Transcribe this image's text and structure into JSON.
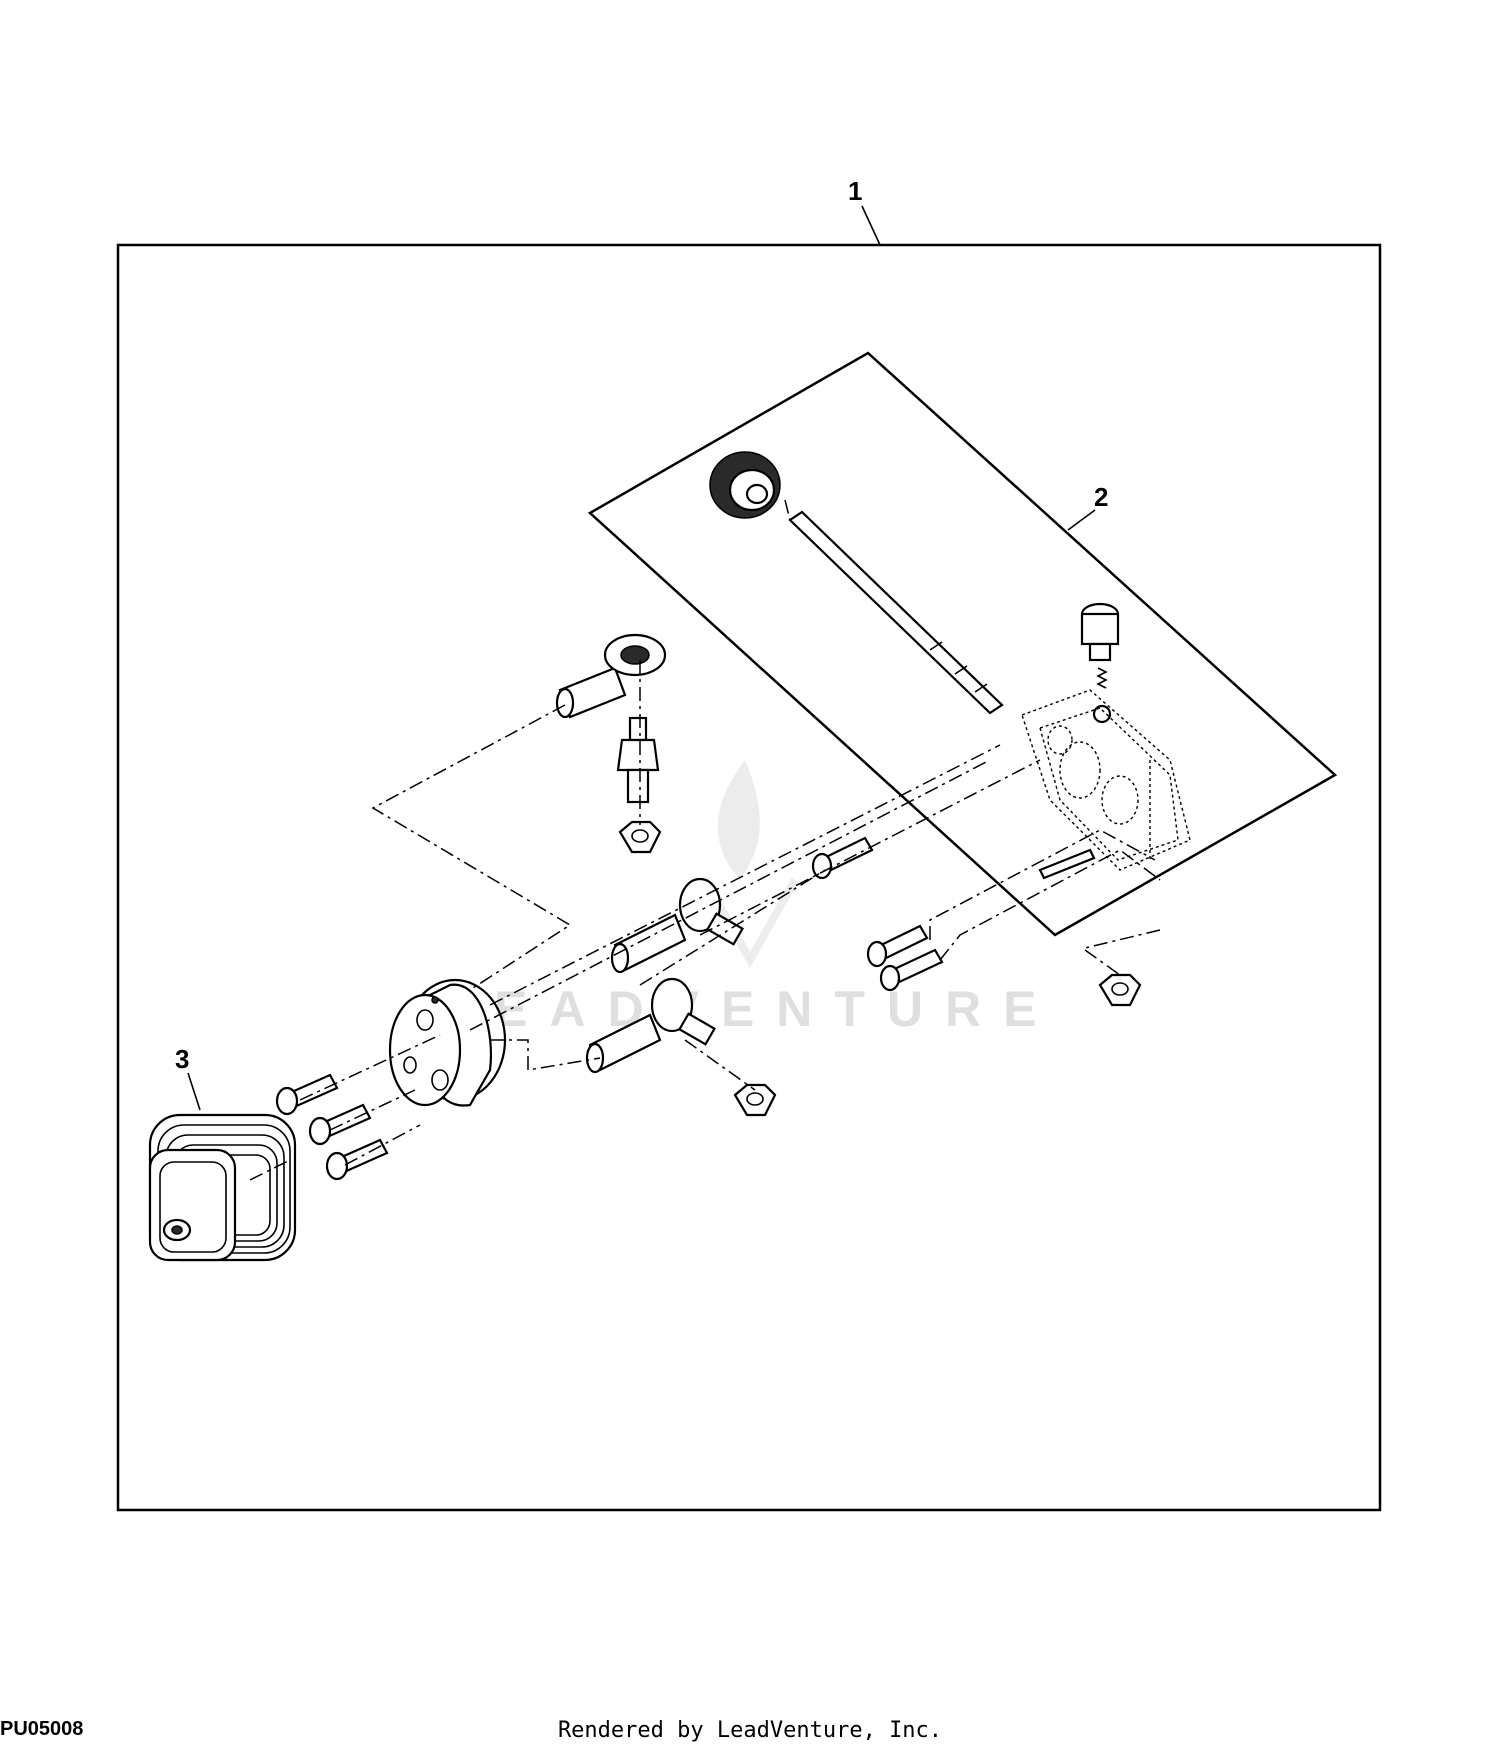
{
  "callouts": {
    "kit": "1",
    "pump_kit": "2",
    "boot": "3"
  },
  "figure_code": "PU05008",
  "footer_text": "Rendered by LeadVenture, Inc.",
  "watermark_text": "LEADVENTURE"
}
